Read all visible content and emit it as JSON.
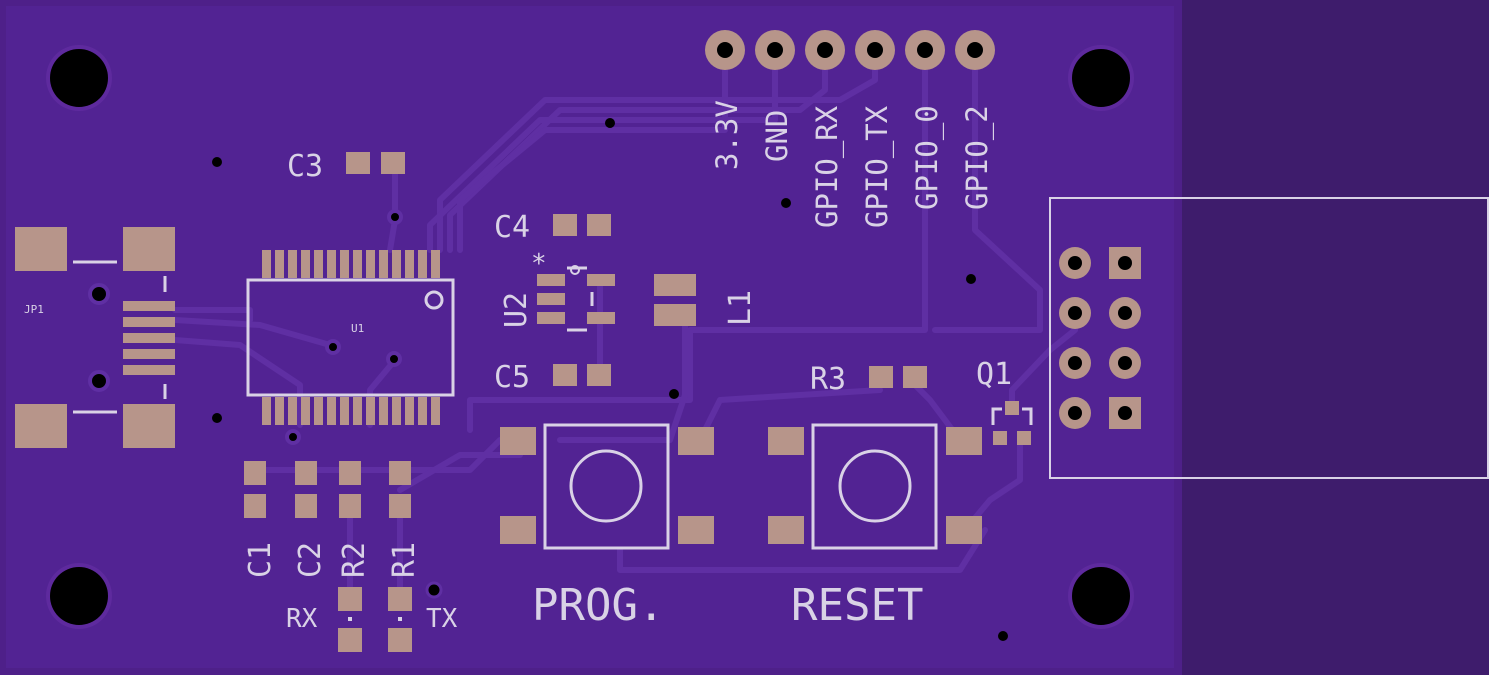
{
  "colors": {
    "background": "#3e1c6c",
    "board": "#4e2089",
    "copper": "#5a2a98",
    "pad": "#b7958a",
    "silkscreen": "#d9d2e6",
    "hole": "#000000"
  },
  "header_pins": [
    "3.3V",
    "GND",
    "GPIO_RX",
    "GPIO_TX",
    "GPIO_0",
    "GPIO_2"
  ],
  "labels": {
    "c3": "C3",
    "c4": "C4",
    "c5": "C5",
    "u2": "U2",
    "l1": "L1",
    "r3": "R3",
    "q1": "Q1",
    "c1": "C1",
    "c2": "C2",
    "r2": "R2",
    "r1": "R1",
    "rx": "RX",
    "tx": "TX",
    "jp1": "JP1",
    "u1": "U1",
    "prog": "PROG.",
    "reset": "RESET",
    "u2_marker": "*"
  }
}
